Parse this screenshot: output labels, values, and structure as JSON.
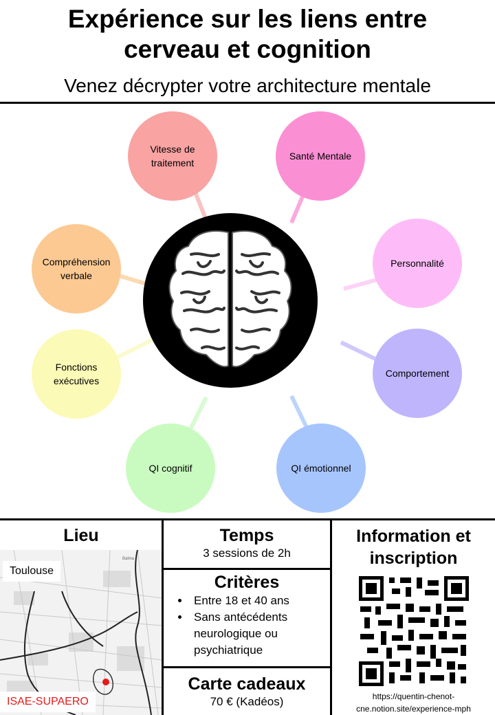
{
  "header": {
    "title_line1": "Expérience sur les liens entre",
    "title_line2": "cerveau et cognition",
    "subtitle": "Venez décrypter votre architecture mentale"
  },
  "bubbles": [
    {
      "id": "vitesse",
      "label": "Vitesse de traitement",
      "color": "#f9a3a3"
    },
    {
      "id": "sante",
      "label": "Santé Mentale",
      "color": "#fb8fd4"
    },
    {
      "id": "comprehension",
      "label": "Compréhension verbale",
      "color": "#fcc993"
    },
    {
      "id": "personnalite",
      "label": "Personnalité",
      "color": "#fdbcf7"
    },
    {
      "id": "fonctions",
      "label": "Fonctions exécutives",
      "color": "#fbfab6"
    },
    {
      "id": "comportement",
      "label": "Comportement",
      "color": "#bfb5fd"
    },
    {
      "id": "qi-cognitif",
      "label": "QI cognitif",
      "color": "#c9fbc0"
    },
    {
      "id": "qi-emotionnel",
      "label": "QI émotionnel",
      "color": "#a7c5fd"
    }
  ],
  "lieu": {
    "heading": "Lieu",
    "city": "Toulouse",
    "place": "ISAE-SUPAERO",
    "map_small_text": "Balma",
    "pin_color": "#e61919",
    "place_color": "#e61919"
  },
  "temps": {
    "heading": "Temps",
    "body": "3 sessions de 2h"
  },
  "criteres": {
    "heading": "Critères",
    "items": [
      "Entre 18 et 40 ans",
      "Sans antécédents neurologique ou psychiatrique"
    ]
  },
  "carte": {
    "heading": "Carte cadeaux",
    "body": "70 € (Kadéos)"
  },
  "info": {
    "heading": "Information et inscription",
    "url": "https://quentin-chenot-cne.notion.site/experience-mph"
  }
}
